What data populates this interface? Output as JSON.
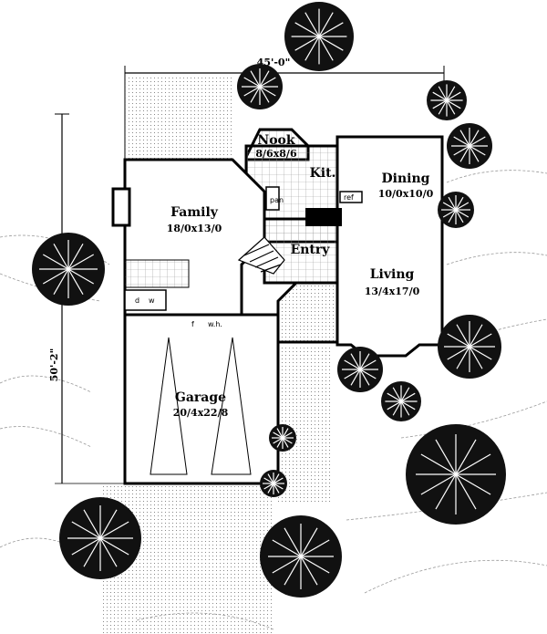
{
  "dimensions": {
    "width": "45'-0\"",
    "depth": "50'-2\""
  },
  "rooms": {
    "nook": {
      "name": "Nook",
      "size": "8/6x8/6"
    },
    "kitchen": {
      "name": "Kit."
    },
    "dining": {
      "name": "Dining",
      "size": "10/0x10/0"
    },
    "family": {
      "name": "Family",
      "size": "18/0x13/0"
    },
    "entry": {
      "name": "Entry"
    },
    "living": {
      "name": "Living",
      "size": "13/4x17/0"
    },
    "garage": {
      "name": "Garage",
      "size": "20/4x22/8"
    }
  },
  "fixtures": {
    "pantry": "pan",
    "refrigerator": "ref",
    "dryer": "d",
    "washer": "w",
    "furnace": "f",
    "water_heater": "w.h."
  }
}
